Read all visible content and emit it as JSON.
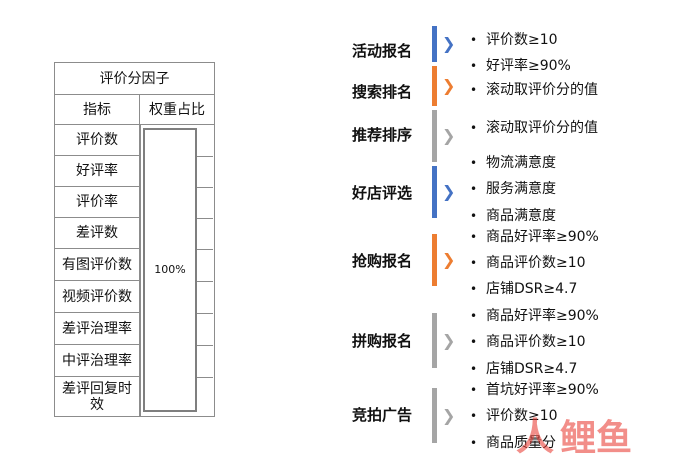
{
  "table": {
    "title": "评价分因子",
    "header": {
      "indicator": "指标",
      "weight": "权重占比"
    },
    "rows": [
      "评价数",
      "好评率",
      "评价率",
      "差评数",
      "有图评价数",
      "视频评价数",
      "差评治理率",
      "中评治理率",
      "差评回复时效"
    ],
    "weight_value": "100%"
  },
  "channels": [
    {
      "label": "活动报名",
      "color": "#4472c4",
      "items": [
        "评价数≥10",
        "好评率≥90%"
      ]
    },
    {
      "label": "搜索排名",
      "color": "#ed7d31",
      "items": [
        "滚动取评价分的值"
      ]
    },
    {
      "label": "推荐排序",
      "color": "#a5a5a5",
      "items": [
        "滚动取评价分的值"
      ]
    },
    {
      "label": "好店评选",
      "color": "#4472c4",
      "items": [
        "物流满意度",
        "服务满意度",
        "商品满意度"
      ]
    },
    {
      "label": "抢购报名",
      "color": "#ed7d31",
      "items": [
        "商品好评率≥90%",
        "商品评价数≥10",
        "店铺DSR≥4.7"
      ]
    },
    {
      "label": "拼购报名",
      "color": "#a5a5a5",
      "items": [
        "商品好评率≥90%",
        "商品评价数≥10",
        "店铺DSR≥4.7"
      ]
    },
    {
      "label": "竞拍广告",
      "color": "#a5a5a5",
      "items": [
        "首坑好评率≥90%",
        "评价数≥10",
        "商品质量分"
      ]
    }
  ],
  "chevron_glyph": "❯",
  "bullet_glyph": "•",
  "watermark": {
    "text": "鲤鱼",
    "color": "#e8332a"
  }
}
